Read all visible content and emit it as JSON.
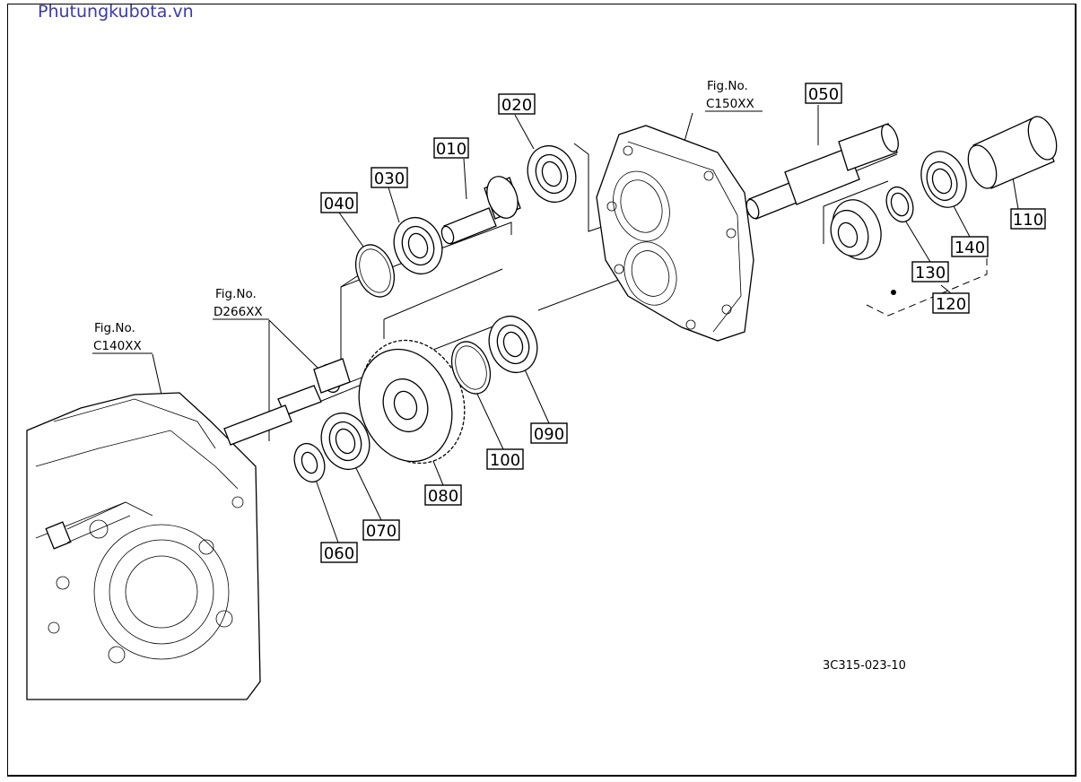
{
  "watermark": "Phutungkubota.vn",
  "drawing_code": "3C315-023-10",
  "figure_refs": [
    {
      "id": "fig-c140",
      "line1": "Fig.No.",
      "line2": "C140XX"
    },
    {
      "id": "fig-d266",
      "line1": "Fig.No.",
      "line2": "D266XX"
    },
    {
      "id": "fig-c150",
      "line1": "Fig.No.",
      "line2": "C150XX"
    }
  ],
  "callouts": [
    "010",
    "020",
    "030",
    "040",
    "050",
    "060",
    "070",
    "080",
    "090",
    "100",
    "110",
    "120",
    "130",
    "140"
  ]
}
